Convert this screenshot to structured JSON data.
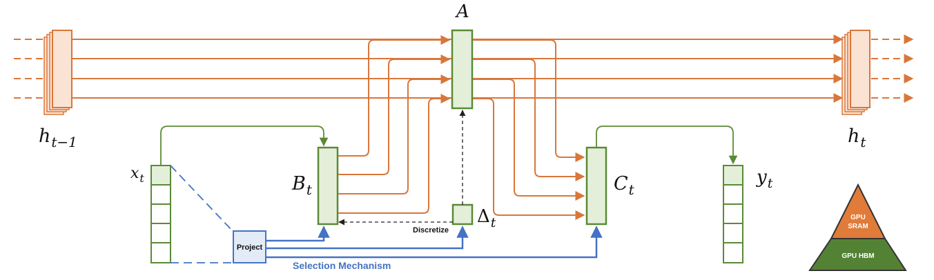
{
  "labels": {
    "h_prev": {
      "base": "h",
      "sub": "t−1"
    },
    "h_next": {
      "base": "h",
      "sub": "t"
    },
    "A": {
      "base": "A"
    },
    "B": {
      "base": "B",
      "sub": "t"
    },
    "C": {
      "base": "C",
      "sub": "t"
    },
    "x": {
      "base": "x",
      "sub": "t"
    },
    "y": {
      "base": "y",
      "sub": "t"
    },
    "delta": {
      "base": "Δ",
      "sub": "t"
    },
    "project": "Project",
    "discretize": "Discretize",
    "selection_mechanism": "Selection Mechanism"
  },
  "pyramid": {
    "top": [
      "GPU",
      "SRAM"
    ],
    "bottom": "GPU HBM"
  },
  "colors": {
    "orange": "#d9763a",
    "orange_fill": "#fbe3d3",
    "green": "#5a8a35",
    "green_fill": "#e4efd9",
    "blue": "#4472c4",
    "blue_fill": "#e3ebf7",
    "pyramid_orange": "#e07b39",
    "pyramid_green": "#548235"
  }
}
